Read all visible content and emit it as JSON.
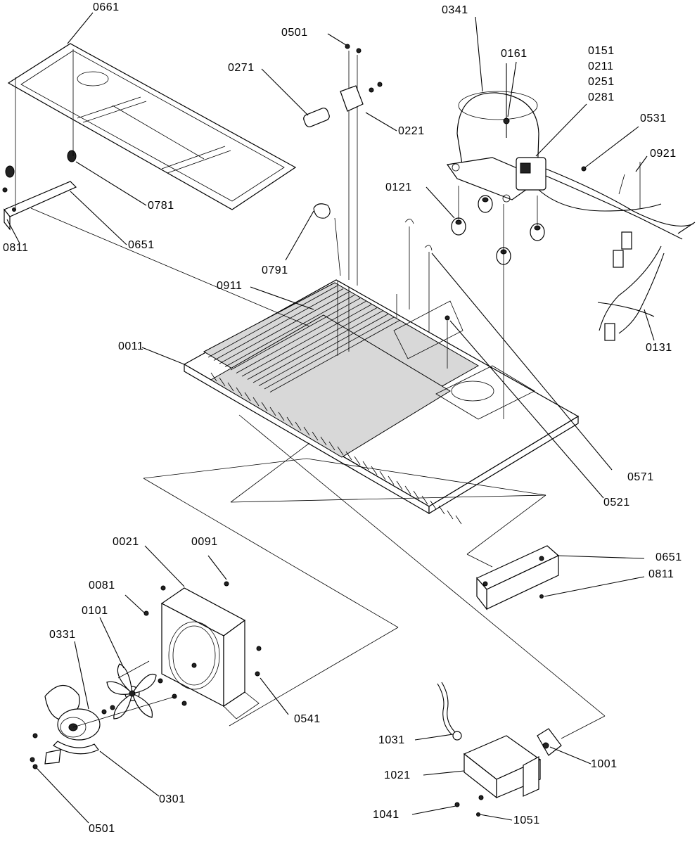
{
  "labels": {
    "p0661": "0661",
    "p0501_top": "0501",
    "p0271": "0271",
    "p0221": "0221",
    "p0341": "0341",
    "p0161": "0161",
    "p0151": "0151",
    "p0211": "0211",
    "p0251": "0251",
    "p0281": "0281",
    "p0531": "0531",
    "p0921": "0921",
    "p0781": "0781",
    "p0651_top": "0651",
    "p0811_top": "0811",
    "p0121": "0121",
    "p0791": "0791",
    "p0911": "0911",
    "p0011": "0011",
    "p0131": "0131",
    "p0571": "0571",
    "p0521": "0521",
    "p0651_bot": "0651",
    "p0811_bot": "0811",
    "p0021": "0021",
    "p0091": "0091",
    "p0081": "0081",
    "p0101": "0101",
    "p0331": "0331",
    "p0541": "0541",
    "p0301": "0301",
    "p0501_bot": "0501",
    "p1031": "1031",
    "p1021": "1021",
    "p1001": "1001",
    "p1041": "1041",
    "p1051": "1051"
  }
}
